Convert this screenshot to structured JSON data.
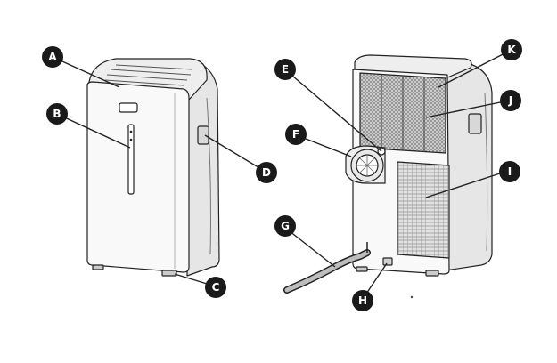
{
  "diagram": {
    "callouts": [
      {
        "id": "a",
        "letter": "A"
      },
      {
        "id": "b",
        "letter": "B"
      },
      {
        "id": "c",
        "letter": "C"
      },
      {
        "id": "d",
        "letter": "D"
      },
      {
        "id": "e",
        "letter": "E"
      },
      {
        "id": "f",
        "letter": "F"
      },
      {
        "id": "g",
        "letter": "G"
      },
      {
        "id": "h",
        "letter": "H"
      },
      {
        "id": "i",
        "letter": "I"
      },
      {
        "id": "j",
        "letter": "J"
      },
      {
        "id": "k",
        "letter": "K"
      }
    ],
    "colors": {
      "line": "#222222",
      "callout_fill": "#1a1a1a",
      "callout_text": "#ffffff",
      "body_light": "#f6f6f6",
      "body_shade": "#dcdcdc",
      "grille": "#8a8a8a",
      "background": "#ffffff"
    },
    "icons": [
      "front-unit-drawing",
      "rear-unit-drawing",
      "exhaust-hose-drawing"
    ]
  }
}
